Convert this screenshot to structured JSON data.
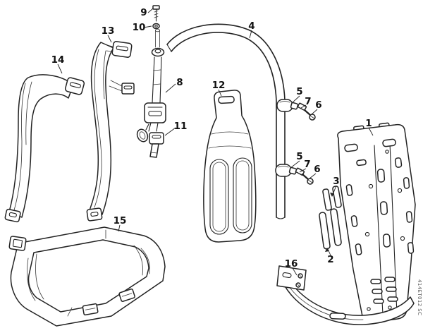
{
  "diagram": {
    "code": "414ET012 SC",
    "background_color": "#ffffff",
    "line_color": "#222222",
    "callouts": [
      {
        "label": "9"
      },
      {
        "label": "10"
      },
      {
        "label": "13"
      },
      {
        "label": "14"
      },
      {
        "label": "8"
      },
      {
        "label": "11"
      },
      {
        "label": "12"
      },
      {
        "label": "4"
      },
      {
        "label": "5"
      },
      {
        "label": "7"
      },
      {
        "label": "6"
      },
      {
        "label": "5"
      },
      {
        "label": "7"
      },
      {
        "label": "6"
      },
      {
        "label": "1"
      },
      {
        "label": "3"
      },
      {
        "label": "2"
      },
      {
        "label": "15"
      },
      {
        "label": "16"
      }
    ]
  }
}
